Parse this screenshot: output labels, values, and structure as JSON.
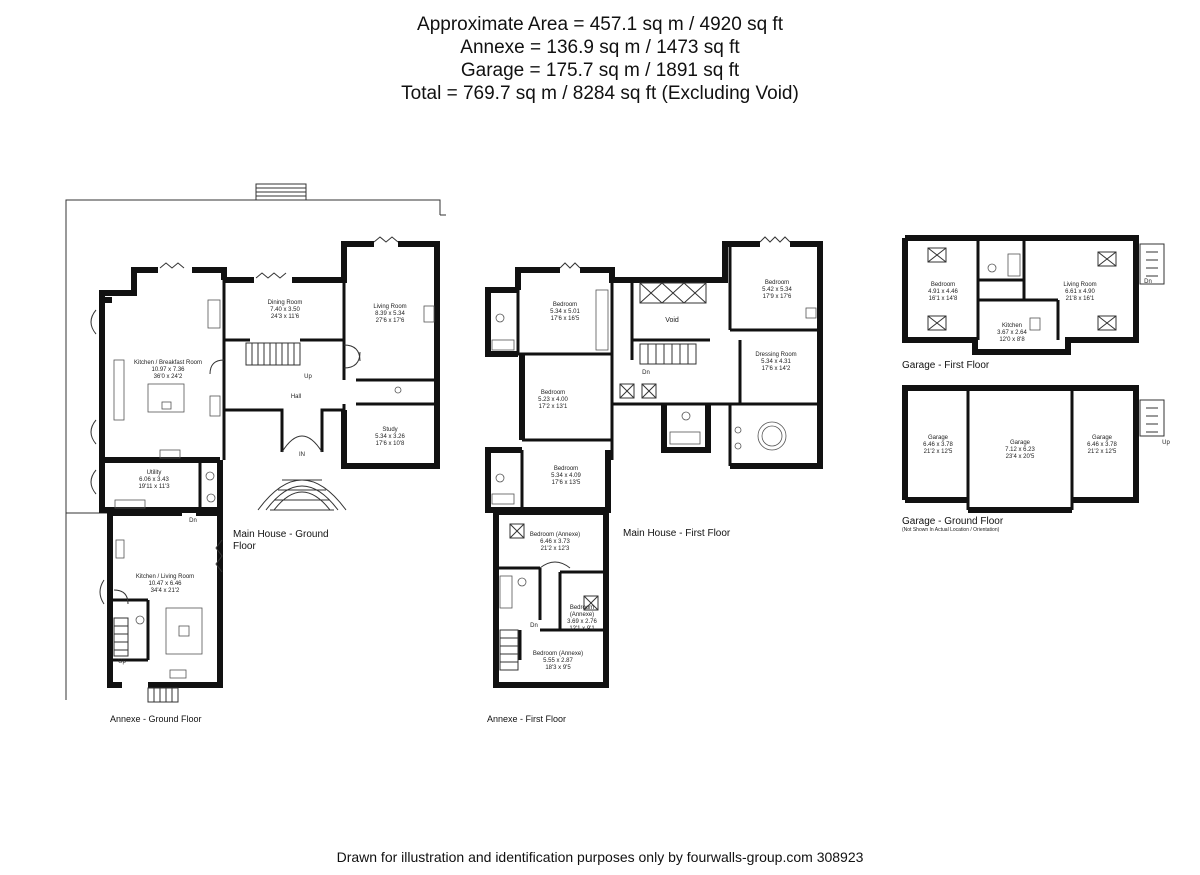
{
  "header": {
    "line1": "Approximate  Area = 457.1 sq m / 4920 sq ft",
    "line2": "Annexe = 136.9 sq m / 1473 sq ft",
    "line3": "Garage  = 175.7 sq m / 1891 sq ft",
    "line4": "Total = 769.7 sq m / 8284 sq ft  (Excluding Void)"
  },
  "labels": {
    "main_ground": [
      "Main House - Ground",
      "Floor"
    ],
    "main_first": "Main House - First Floor",
    "annexe_ground": "Annexe - Ground Floor",
    "annexe_first": "Annexe - First Floor",
    "garage_first": "Garage - First Floor",
    "garage_ground": "Garage - Ground Floor",
    "garage_note": "(Not Shown In Actual Location / Orientation)"
  },
  "rooms": {
    "dining": [
      "Dining Room",
      "7.40 x 3.50",
      "24'3 x 11'6"
    ],
    "living": [
      "Living Room",
      "8.39 x 5.34",
      "27'6 x 17'6"
    ],
    "kitchen_breakfast": [
      "Kitchen / Breakfast Room",
      "10.97 x 7.36",
      "36'0 x 24'2"
    ],
    "study": [
      "Study",
      "5.34 x 3.26",
      "17'6 x 10'8"
    ],
    "utility": [
      "Utility",
      "6.06 x 3.43",
      "19'11 x 11'3"
    ],
    "kitchen_living": [
      "Kitchen / Living Room",
      "10.47 x 6.46",
      "34'4 x 21'2"
    ],
    "bed_1": [
      "Bedroom",
      "5.34 x 5.01",
      "17'6 x 16'5"
    ],
    "bed_2": [
      "Bedroom",
      "5.42 x 5.34",
      "17'9 x 17'6"
    ],
    "bed_3": [
      "Bedroom",
      "5.23 x 4.00",
      "17'2 x 13'1"
    ],
    "dressing": [
      "Dressing Room",
      "5.34 x 4.31",
      "17'6 x 14'2"
    ],
    "bed_4": [
      "Bedroom",
      "5.34 x 4.09",
      "17'6 x 13'5"
    ],
    "annexe_bed_1": [
      "Bedroom (Annexe)",
      "6.46 x 3.73",
      "21'2 x 12'3"
    ],
    "annexe_bed_2": [
      "Bedroom",
      "(Annexe)",
      "3.69 x 2.76",
      "12'1 x 9'1"
    ],
    "annexe_bed_3": [
      "Bedroom (Annexe)",
      "5.55 x 2.87",
      "18'3 x 9'5"
    ],
    "garage_bed": [
      "Bedroom",
      "4.91 x 4.46",
      "16'1 x 14'8"
    ],
    "garage_living": [
      "Living Room",
      "6.61 x 4.90",
      "21'8 x 16'1"
    ],
    "garage_kitchen": [
      "Kitchen",
      "3.67 x 2.64",
      "12'0 x 8'8"
    ],
    "garage_1": [
      "Garage",
      "6.46 x 3.78",
      "21'2 x 12'5"
    ],
    "garage_2": [
      "Garage",
      "7.12 x 6.23",
      "23'4 x 20'5"
    ],
    "garage_3": [
      "Garage",
      "6.46 x 3.78",
      "21'2 x 12'5"
    ]
  },
  "marks": {
    "void": "Void",
    "hall": "Hall",
    "up": "Up",
    "dn": "Dn",
    "in": "IN"
  },
  "footer": "Drawn for illustration and identification purposes only by fourwalls-group.com 308923"
}
